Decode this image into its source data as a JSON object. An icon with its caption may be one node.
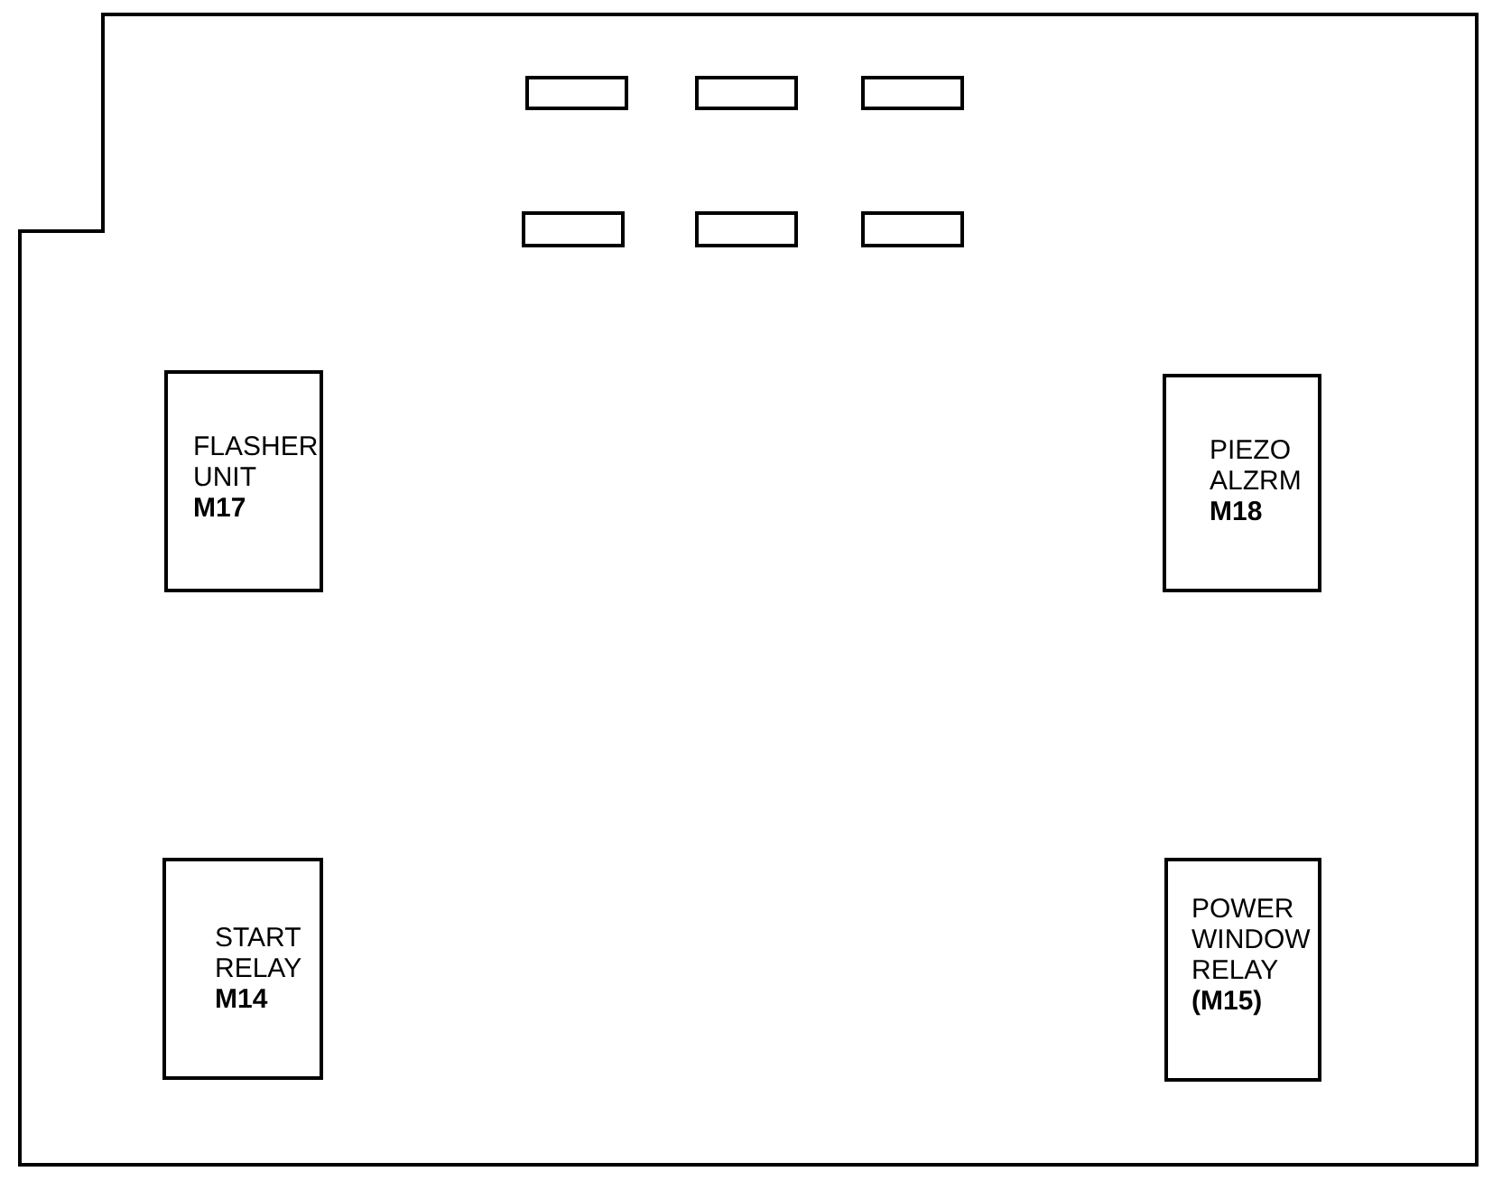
{
  "diagram": {
    "nodes": [
      {
        "text": [],
        "shape": "box"
      },
      {
        "text": [],
        "shape": "box",
        "in": 0
      },
      {
        "text": [],
        "shape": "box",
        "in": 0
      },
      {
        "text": [],
        "shape": "box",
        "in": 0
      },
      {
        "text": [],
        "shape": "box",
        "in": 0
      },
      {
        "text": [],
        "shape": "box",
        "in": 0
      },
      {
        "text": [],
        "shape": "box",
        "in": 0
      },
      {
        "text": [
          "FLASHER UNIT",
          "M17"
        ],
        "in": 0
      },
      {
        "text": [
          "PIEZO ALZRM",
          "M18"
        ],
        "in": 0
      },
      {
        "text": [
          "START RELAY",
          "M14"
        ],
        "in": 0
      },
      {
        "text": [
          "POWER WINDOW RELAY",
          "(M15)"
        ],
        "in": 0
      }
    ]
  }
}
